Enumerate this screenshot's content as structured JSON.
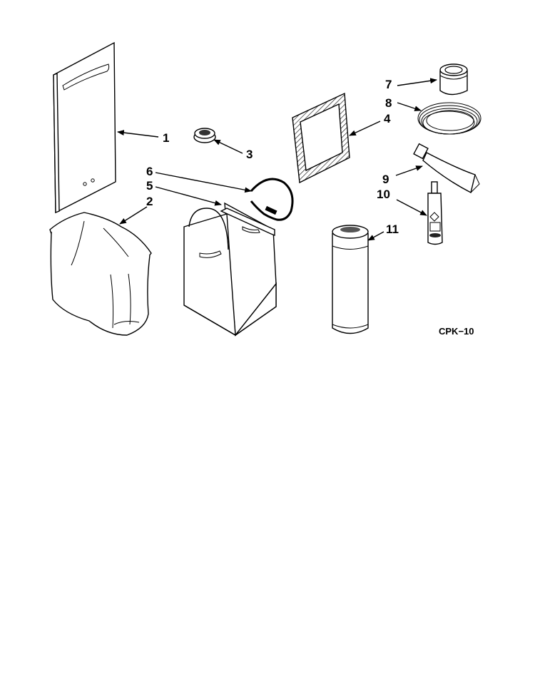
{
  "diagram": {
    "code": "CPK−10",
    "callouts": [
      {
        "number": "1",
        "part": "door-panel"
      },
      {
        "number": "2",
        "part": "bag"
      },
      {
        "number": "3",
        "part": "small-knob"
      },
      {
        "number": "4",
        "part": "gasket-frame"
      },
      {
        "number": "5",
        "part": "bag-holder"
      },
      {
        "number": "6",
        "part": "wire-handle"
      },
      {
        "number": "7",
        "part": "tape-roll"
      },
      {
        "number": "8",
        "part": "cord-coil"
      },
      {
        "number": "9",
        "part": "paste-tube"
      },
      {
        "number": "10",
        "part": "spray-bottle"
      },
      {
        "number": "11",
        "part": "aerosol-can"
      }
    ]
  }
}
